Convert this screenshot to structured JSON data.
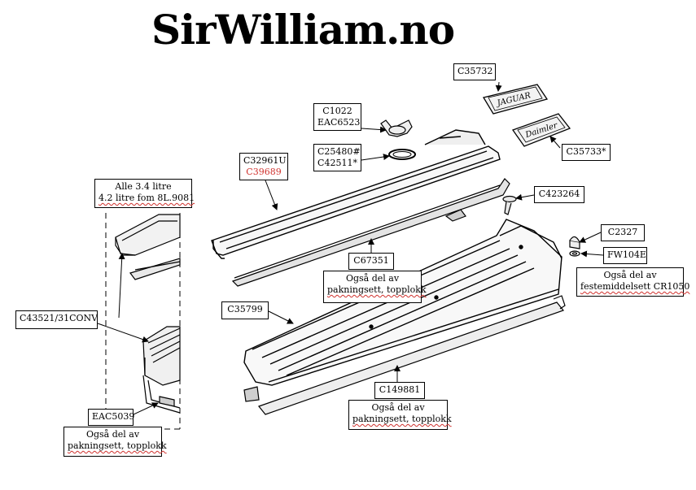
{
  "title": "SirWilliam.no",
  "labels": {
    "c35732": "C35732",
    "c1022": [
      "C1022",
      "EAC6523"
    ],
    "c25480": [
      "C25480#",
      "C42511*"
    ],
    "c32961": [
      "C32961U",
      "C39689"
    ],
    "c35733": "C35733*",
    "c423264": "C423264",
    "alle": [
      "Alle 3.4 litre",
      "4.2 litre fom 8L.9081"
    ],
    "c2327": "C2327",
    "fw104e": "FW104E",
    "ogsa_feste": [
      "Også del av",
      "festemiddelsett CR1050"
    ],
    "c67351": "C67351",
    "ogsa_pak1": [
      "Også del av",
      "pakningsett, topplokk"
    ],
    "c35799": "C35799",
    "c43521": "C43521/31CONV",
    "c149881": "C149881",
    "ogsa_pak2": [
      "Også del av",
      "pakningsett, topplokk"
    ],
    "eac5039": "EAC5039",
    "ogsa_pak3": [
      "Også del av",
      "pakningsett, topplokk"
    ]
  },
  "emblem_texts": {
    "jaguar": "JAGUAR",
    "daimler": "Daimler"
  },
  "colors": {
    "ink": "#000000",
    "accent_red": "#d0312d"
  }
}
